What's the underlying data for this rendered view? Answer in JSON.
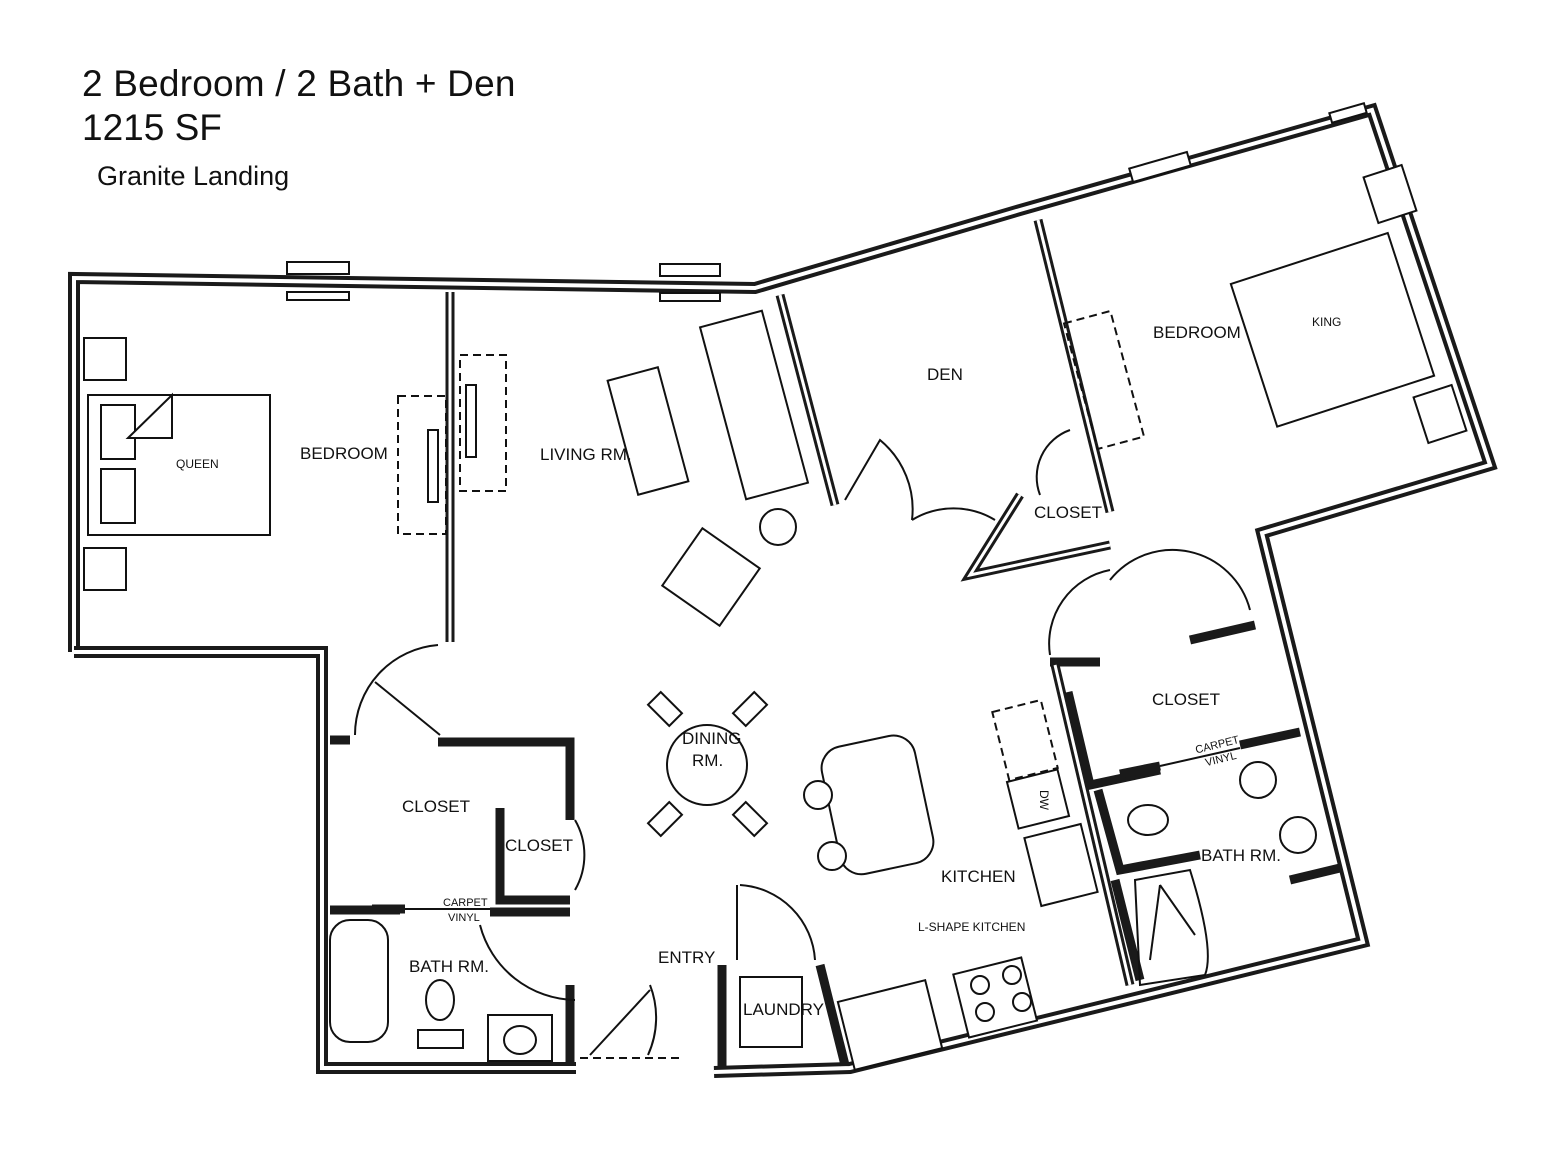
{
  "header": {
    "title": "2 Bedroom / 2 Bath + Den",
    "area": "1215 SF",
    "property": "Granite Landing"
  },
  "rooms": {
    "bedroom_1": "BEDROOM",
    "bed_queen": "QUEEN",
    "living": "LIVING RM.",
    "den": "DEN",
    "bedroom_2": "BEDROOM",
    "bed_king": "KING",
    "den_closet": "CLOSET",
    "master_closet": "CLOSET",
    "master_bath": "BATH RM.",
    "hall_closet_1": "CLOSET",
    "hall_closet_2": "CLOSET",
    "bath_1": "BATH RM.",
    "dining_line1": "DINING",
    "dining_line2": "RM.",
    "kitchen": "KITCHEN",
    "kitchen_note": "L-SHAPE KITCHEN",
    "entry": "ENTRY",
    "laundry": "LAUNDRY",
    "dishwasher": "DW"
  },
  "floor_transitions": [
    {
      "top": "CARPET",
      "bottom": "VINYL"
    },
    {
      "top": "CARPET",
      "bottom": "VINYL"
    }
  ]
}
